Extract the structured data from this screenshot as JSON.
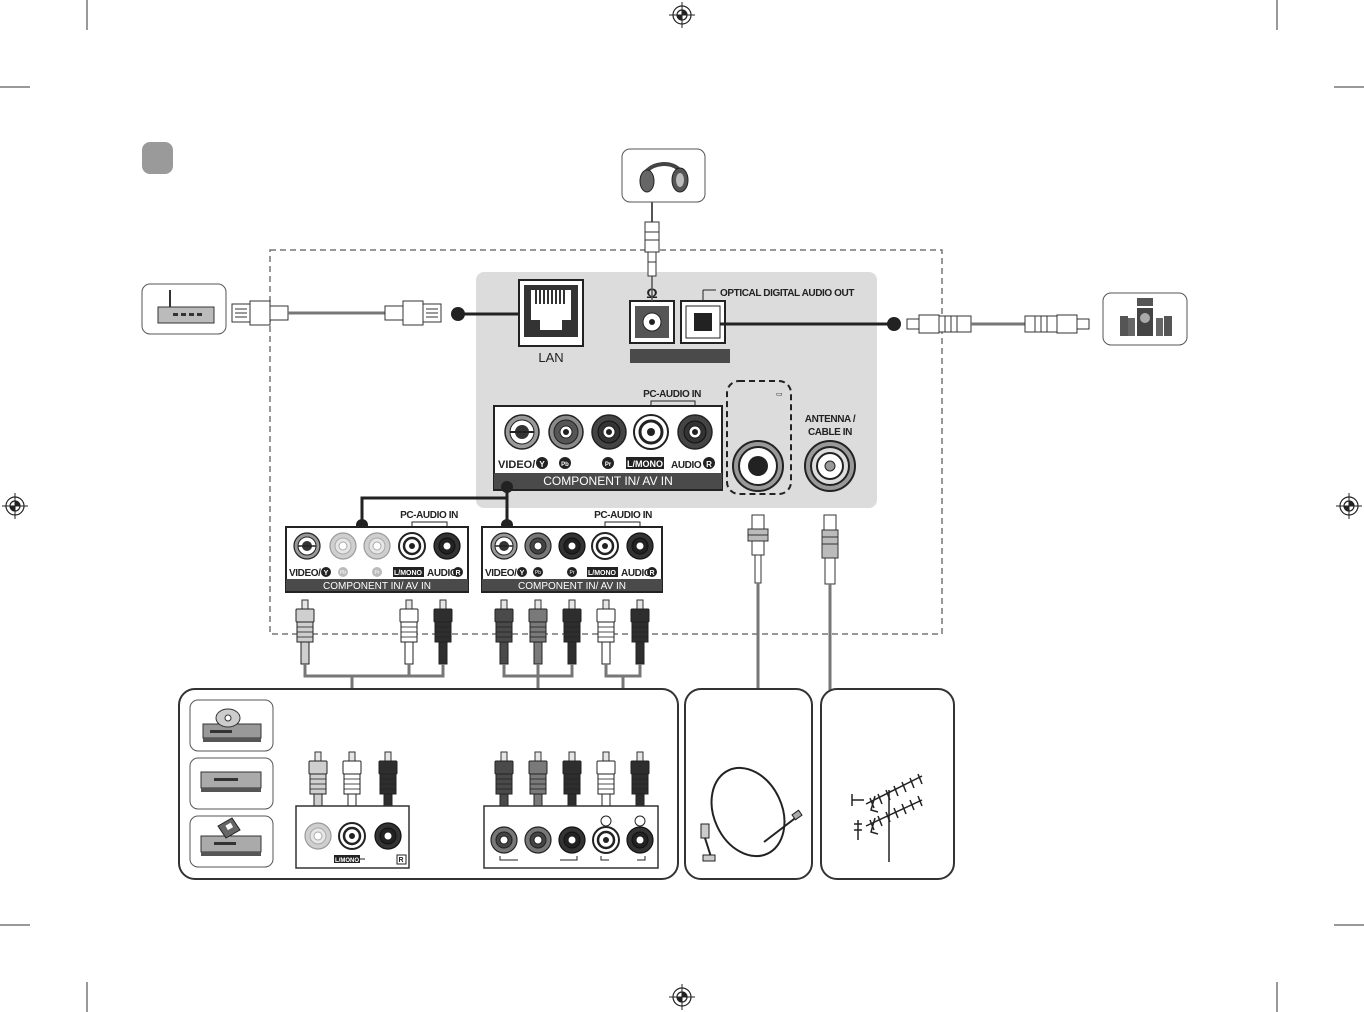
{
  "diagram": {
    "tv_panel": {
      "lan_label": "LAN",
      "optical_label": "OPTICAL DIGITAL AUDIO OUT",
      "headphone_symbol": "Ω",
      "pc_audio_label": "PC-AUDIO IN",
      "antenna_label_line1": "ANTENNA /",
      "antenna_label_line2": "CABLE IN",
      "satellite_mark": "▭",
      "component_bar": "COMPONENT IN/ AV IN",
      "jack_labels": {
        "video": "VIDEO/",
        "y": "Y",
        "pb": "Pb",
        "pr": "Pr",
        "lmono": "L/MONO",
        "audio": "AUDIO",
        "r": "R"
      }
    },
    "small_panels": {
      "pc_audio_label": "PC-AUDIO IN",
      "component_bar": "COMPONENT IN/ AV IN",
      "jack_labels": {
        "video": "VIDEO/",
        "y": "Y",
        "pb": "Pb",
        "pr": "Pr",
        "lmono": "L/MONO",
        "audio": "AUDIO",
        "r": "R"
      }
    },
    "device_panel": {
      "lmono_label": "L/MONO",
      "r_label": "R"
    },
    "icons": [
      "headphones-icon",
      "router-icon",
      "speaker-system-icon",
      "dvd-player-icon",
      "set-top-box-icon",
      "vcr-icon",
      "satellite-dish-icon",
      "terrestrial-antenna-icon",
      "registration-mark-icon"
    ],
    "colors": {
      "panel_gray": "#dcdcdc",
      "bar_dark": "#4a4a4a",
      "cable": "#777777",
      "line_dark": "#333333"
    }
  }
}
